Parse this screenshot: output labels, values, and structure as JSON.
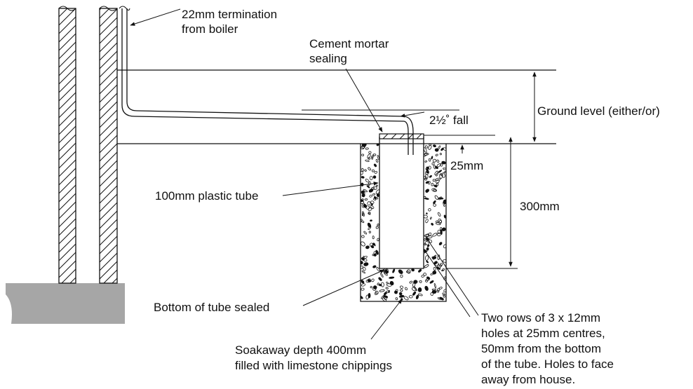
{
  "labels": {
    "termination_line1": "22mm termination",
    "termination_line2": "from boiler",
    "mortar_line1": "Cement mortar",
    "mortar_line2": "sealing",
    "fall": "2½˚ fall",
    "ground_level": "Ground level (either/or)",
    "dim_25": "25mm",
    "dim_300": "300mm",
    "plastic_tube": "100mm plastic tube",
    "bottom_sealed": "Bottom of tube sealed",
    "soakaway_line1": "Soakaway depth 400mm",
    "soakaway_line2": "filled with limestone chippings",
    "holes_line1": "Two rows of 3 x 12mm",
    "holes_line2": "holes at 25mm centres,",
    "holes_line3": "50mm from the bottom",
    "holes_line4": "of the tube. Holes to face",
    "holes_line5": "away from house."
  },
  "colors": {
    "line": "#111111",
    "ground_fill": "#a6a6a6",
    "background": "#ffffff"
  }
}
